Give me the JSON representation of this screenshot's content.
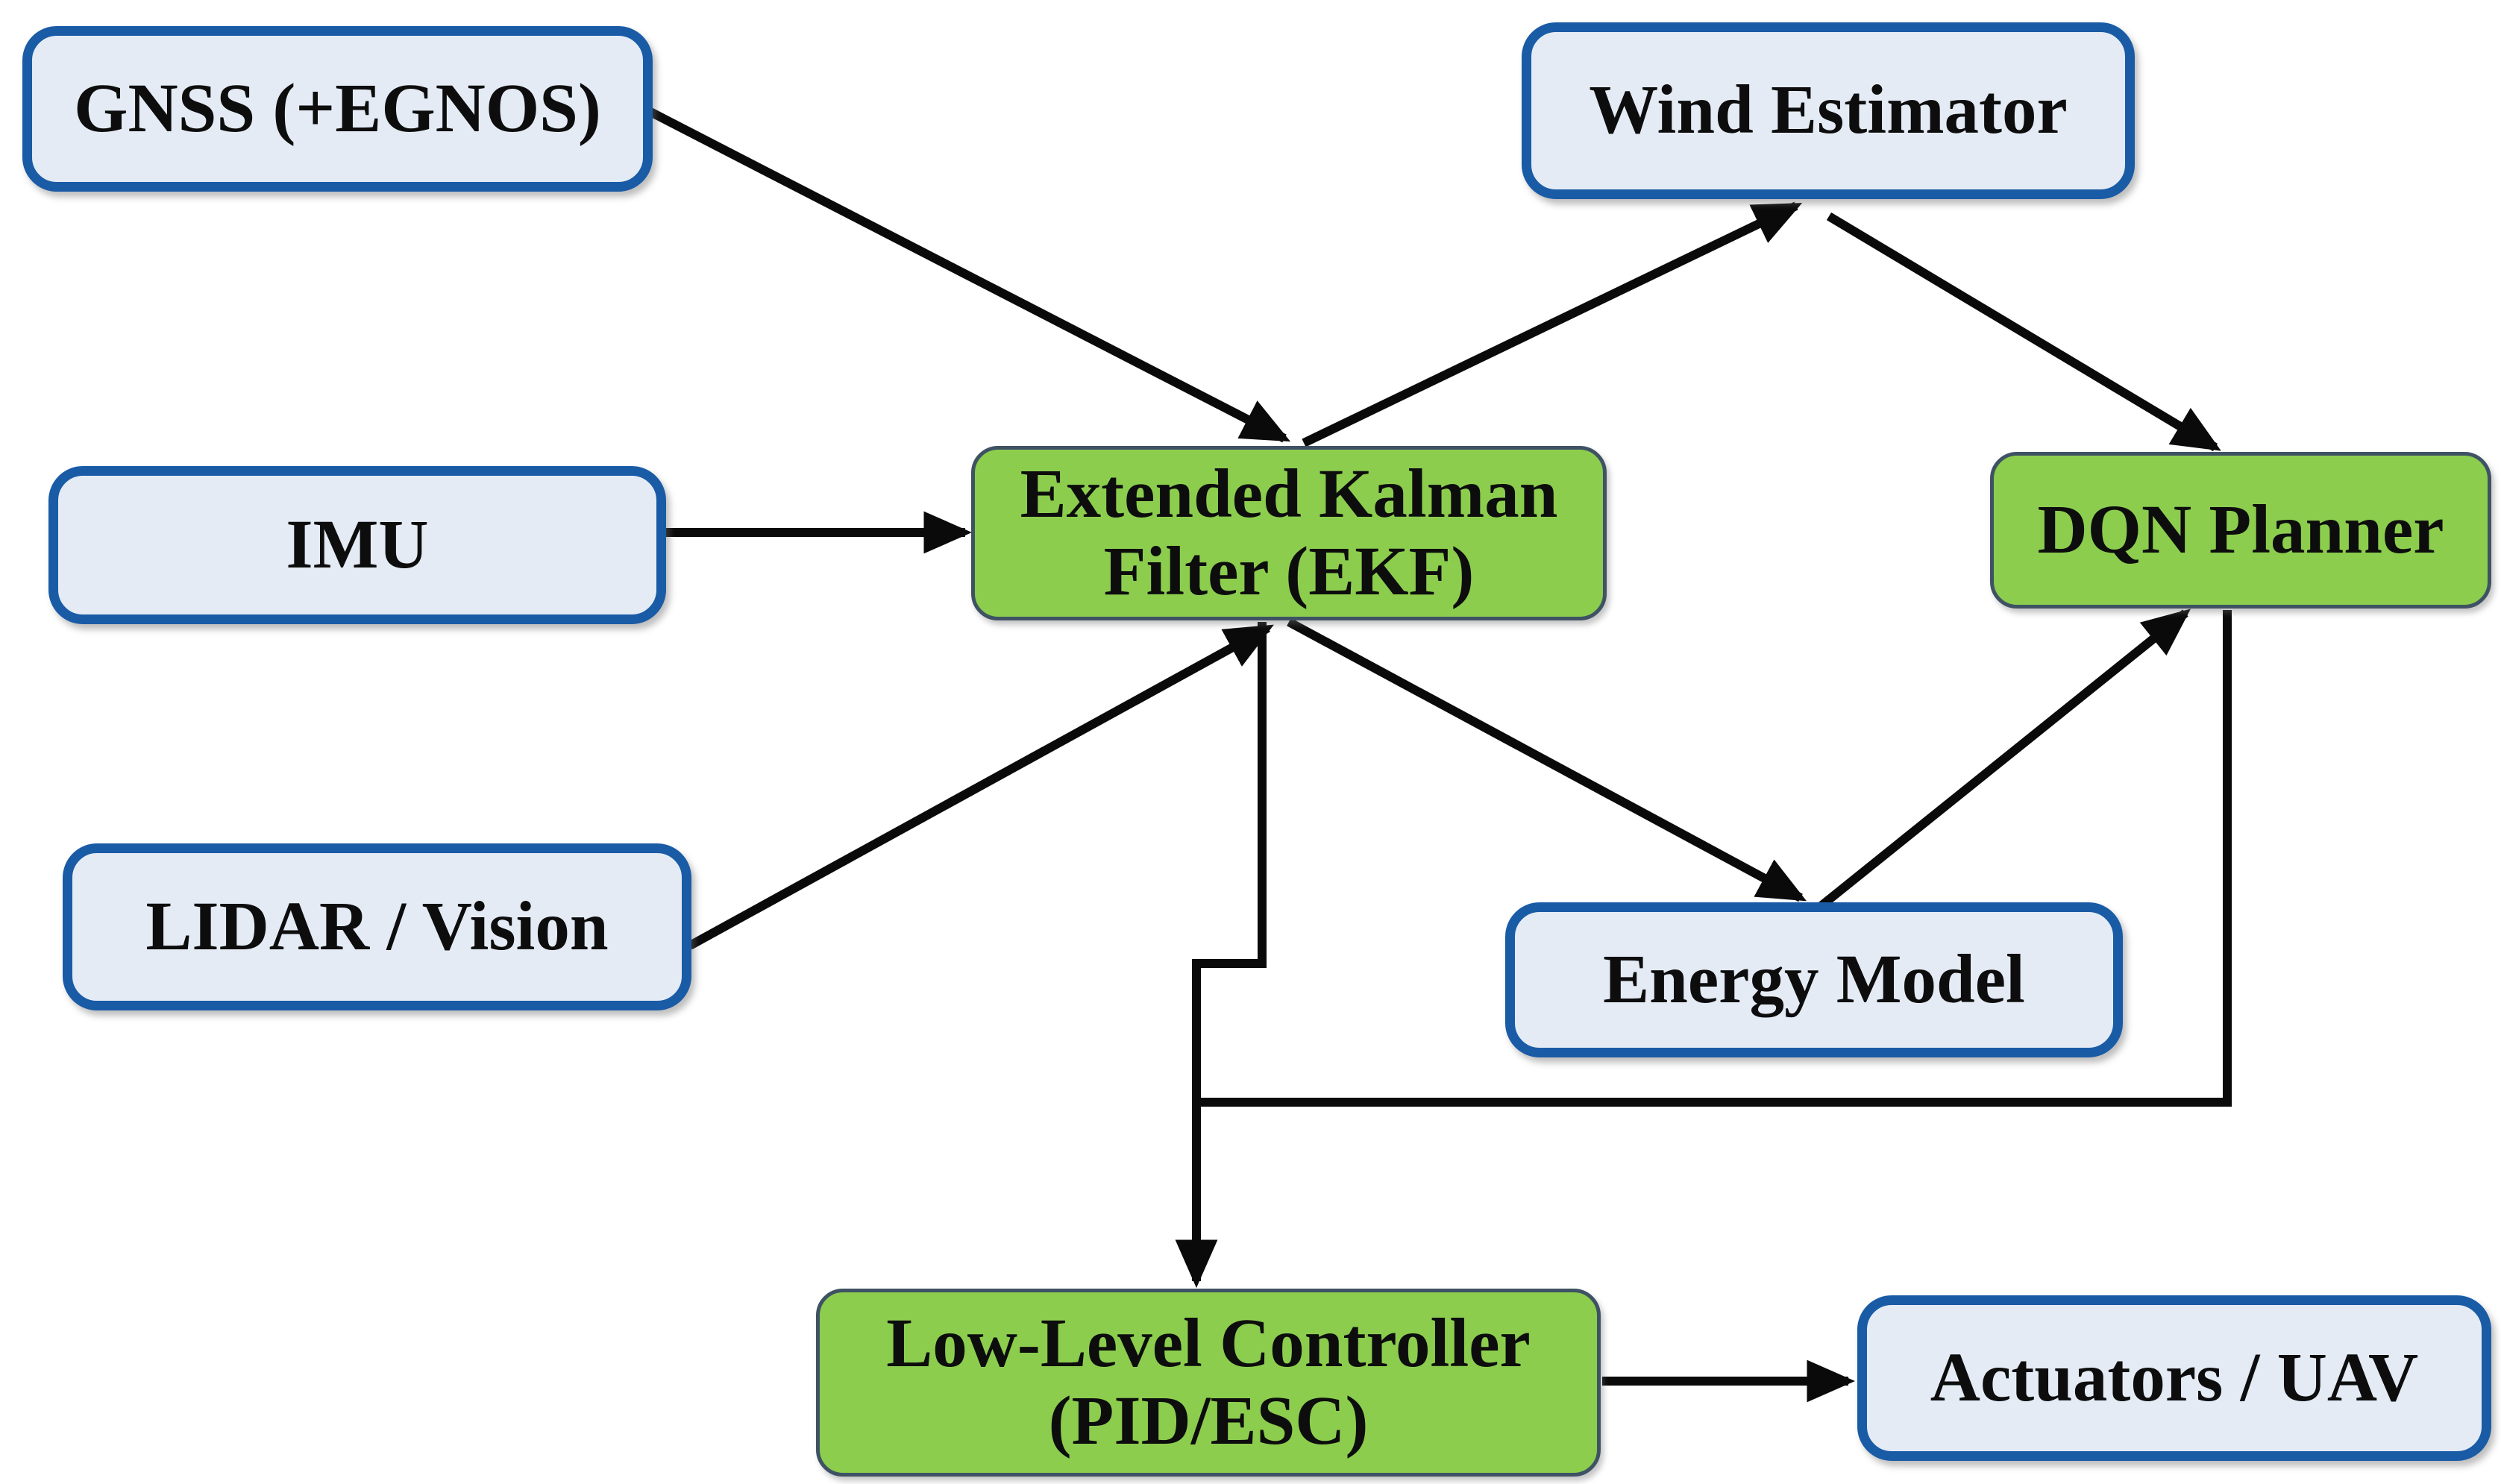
{
  "figure": {
    "type": "block-diagram",
    "background": "#ffffff"
  },
  "colors": {
    "blue_fill": "#e4ebf5",
    "blue_border": "#1a5ba6",
    "green_fill": "#8ccd4e",
    "green_border": "#3f5264",
    "arrow": "#0a0a0a",
    "text": "#0d0d0d",
    "background": "#ffffff"
  },
  "nodes": {
    "gnss": {
      "label": "GNSS (+EGNOS)",
      "lines": [
        "GNSS (+EGNOS)"
      ],
      "style": "blue"
    },
    "wind": {
      "label": "Wind Estimator",
      "lines": [
        "Wind Estimator"
      ],
      "style": "blue"
    },
    "imu": {
      "label": "IMU",
      "lines": [
        "IMU"
      ],
      "style": "blue"
    },
    "ekf": {
      "label": "Extended Kalman Filter (EKF)",
      "lines": [
        "Extended Kalman",
        "Filter (EKF)"
      ],
      "style": "green"
    },
    "dqn": {
      "label": "DQN Planner",
      "lines": [
        "DQN Planner"
      ],
      "style": "green"
    },
    "lidar": {
      "label": "LIDAR / Vision",
      "lines": [
        "LIDAR / Vision"
      ],
      "style": "blue"
    },
    "energy": {
      "label": "Energy Model",
      "lines": [
        "Energy Model"
      ],
      "style": "blue"
    },
    "llc": {
      "label": "Low-Level Controller (PID/ESC)",
      "lines": [
        "Low-Level Controller",
        "(PID/ESC)"
      ],
      "style": "green"
    },
    "actuators": {
      "label": "Actuators / UAV",
      "lines": [
        "Actuators / UAV"
      ],
      "style": "blue"
    }
  },
  "edges": [
    {
      "name": "edge-gnss-to-ekf",
      "from": "GNSS (+EGNOS)",
      "to": "Extended Kalman Filter (EKF)"
    },
    {
      "name": "edge-imu-to-ekf",
      "from": "IMU",
      "to": "Extended Kalman Filter (EKF)"
    },
    {
      "name": "edge-lidar-to-ekf",
      "from": "LIDAR / Vision",
      "to": "Extended Kalman Filter (EKF)"
    },
    {
      "name": "edge-ekf-to-wind",
      "from": "Extended Kalman Filter (EKF)",
      "to": "Wind Estimator"
    },
    {
      "name": "edge-wind-to-dqn",
      "from": "Wind Estimator",
      "to": "DQN Planner"
    },
    {
      "name": "edge-ekf-to-energy",
      "from": "Extended Kalman Filter (EKF)",
      "to": "Energy Model"
    },
    {
      "name": "edge-energy-to-dqn",
      "from": "Energy Model",
      "to": "DQN Planner"
    },
    {
      "name": "edge-ekf-to-llc",
      "from": "Extended Kalman Filter (EKF)",
      "to": "Low-Level Controller (PID/ESC)"
    },
    {
      "name": "edge-dqn-to-llc",
      "from": "DQN Planner",
      "to": "Low-Level Controller (PID/ESC)"
    },
    {
      "name": "edge-llc-to-actuators",
      "from": "Low-Level Controller (PID/ESC)",
      "to": "Actuators / UAV"
    }
  ]
}
